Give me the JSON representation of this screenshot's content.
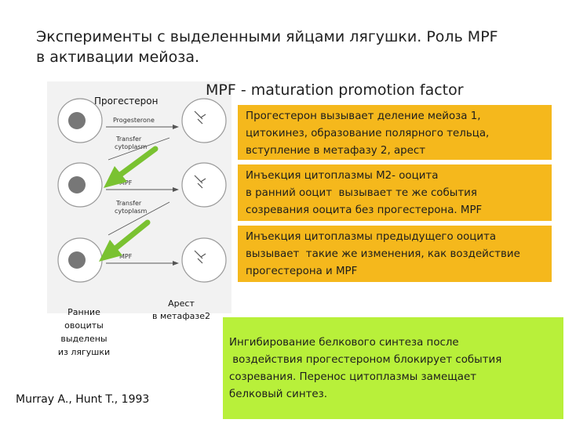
{
  "title": {
    "line1": "Эксперименты с выделенными яйцами лягушки. Роль MPF",
    "line2": "в активации мейоза."
  },
  "subtitle": "MPF - maturation promotion factor",
  "figure": {
    "progesteron_label": "Прогестерон",
    "inner_labels": {
      "progesterone": "Progesterone",
      "transfer1_a": "Transfer",
      "transfer1_b": "cytoplasm",
      "mpf1": "MPF",
      "transfer2_a": "Transfer",
      "transfer2_b": "cytoplasm",
      "mpf2": "MPF"
    },
    "early_oocytes": [
      "Ранние",
      "овоциты",
      "выделены",
      "из лягушки"
    ],
    "arrest": [
      "Арест",
      "в метафазе2"
    ]
  },
  "reference": "Murray A., Hunt T., 1993",
  "boxes": [
    {
      "lines": [
        "Прогестерон вызывает деление мейоза 1,",
        "цитокинез, образование полярного тельца,",
        "вступление в метафазу 2, арест"
      ]
    },
    {
      "lines": [
        "Инъекция цитоплазмы М2- ооцита",
        "в ранний ооцит  вызывает те же события",
        "созревания ооцита без прогестерона. MPF"
      ]
    },
    {
      "lines": [
        "Инъекция цитоплазмы предыдущего ооцита",
        "вызывает  такие же изменения, как воздействие",
        "прогестерона и MPF"
      ]
    }
  ],
  "green_box": {
    "lines": [
      "Ингибирование белкового синтеза после",
      " воздействия прогестероном блокирует события",
      "созревания. Перенос цитоплазмы замещает",
      "белковый синтез."
    ]
  },
  "colors": {
    "orange_box": "#f5b81c",
    "green_box": "#b8f03a",
    "arrow_green": "#7ac231"
  }
}
